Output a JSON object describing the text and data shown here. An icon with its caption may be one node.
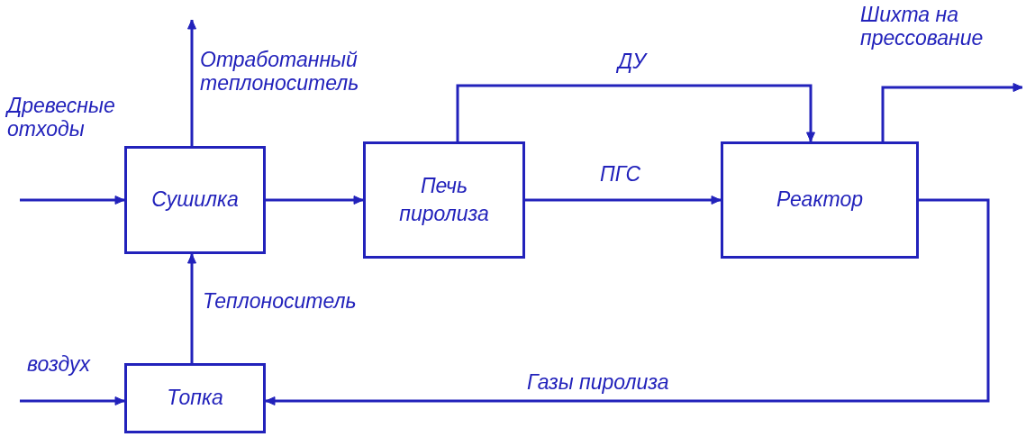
{
  "diagram": {
    "nodes": [
      {
        "text": [
          "Сушилка"
        ]
      },
      {
        "text": [
          "Печь пиролиза"
        ]
      },
      {
        "text": [
          "Реактор"
        ]
      },
      {
        "text": [
          "Топка"
        ]
      }
    ],
    "edges": [
      {
        "from": null,
        "to": 0,
        "arrow": "to",
        "label": "Древесные отходы"
      },
      {
        "from": 0,
        "to": null,
        "arrow": "to",
        "label": "Отработанный теплоноситель"
      },
      {
        "from": 0,
        "to": 1,
        "arrow": "to"
      },
      {
        "from": 1,
        "to": 2,
        "arrow": "to",
        "label": "ПГС"
      },
      {
        "from": 1,
        "to": 2,
        "arrow": "to",
        "label": "ДУ"
      },
      {
        "from": 2,
        "to": null,
        "arrow": "to",
        "label": "Шихта на прессование"
      },
      {
        "from": 2,
        "to": 3,
        "arrow": "to",
        "label": "Газы пиролиза"
      },
      {
        "from": null,
        "to": 3,
        "arrow": "to",
        "label": "воздух"
      },
      {
        "from": 3,
        "to": 0,
        "arrow": "to",
        "label": "Теплоноситель"
      }
    ]
  }
}
